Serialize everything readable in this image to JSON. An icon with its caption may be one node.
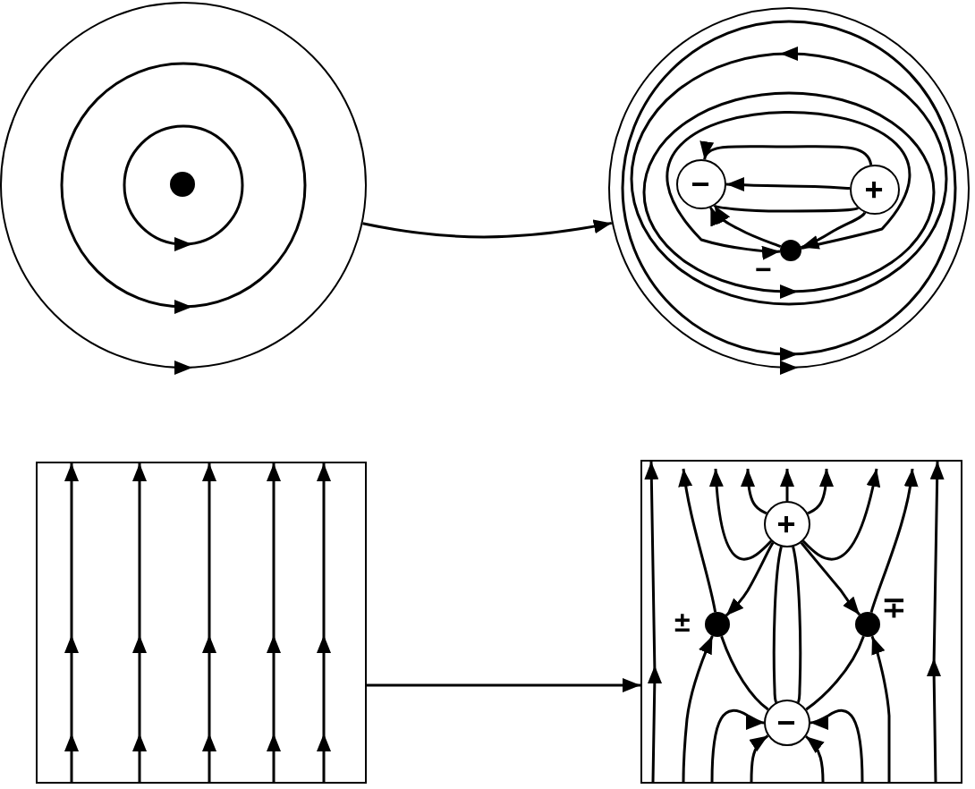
{
  "diagram": {
    "nodes": [
      {
        "text": [],
        "shape": "circle"
      },
      {
        "text": [],
        "shape": "circle",
        "in": 0
      },
      {
        "text": [],
        "shape": "circle"
      },
      {
        "text": [
          "−"
        ],
        "in": 2
      },
      {
        "text": [
          "+"
        ],
        "in": 2
      },
      {
        "text": [],
        "shape": "circle",
        "in": 2,
        "beside": [
          "−"
        ]
      },
      {
        "text": [],
        "shape": "box"
      },
      {
        "text": [],
        "shape": "box"
      },
      {
        "text": [
          "+"
        ],
        "in": 7
      },
      {
        "text": [],
        "shape": "circle",
        "in": 7,
        "beside": [
          "±"
        ]
      },
      {
        "text": [],
        "shape": "circle",
        "in": 7,
        "beside": [
          "∓"
        ]
      },
      {
        "text": [
          "−"
        ],
        "in": 7
      }
    ],
    "edges": [
      {
        "from": 0,
        "to": 2,
        "arrow": "to"
      },
      {
        "from": 4,
        "to": 3,
        "arrow": "to"
      },
      {
        "from": 4,
        "to": 3,
        "arrow": "to"
      },
      {
        "from": 4,
        "to": 3,
        "arrow": "to"
      },
      {
        "from": 4,
        "to": 5,
        "arrow": "to"
      },
      {
        "from": 5,
        "to": 3,
        "arrow": "to"
      },
      {
        "from": 5,
        "to": 5,
        "arrow": "to"
      },
      {
        "from": 6,
        "to": 7,
        "arrow": "to"
      },
      {
        "from": 8,
        "to": 9,
        "arrow": "to"
      },
      {
        "from": 8,
        "to": 10,
        "arrow": "to"
      },
      {
        "from": 8,
        "to": 11,
        "arrow": "to"
      },
      {
        "from": 8,
        "to": 11,
        "arrow": "to"
      },
      {
        "from": 9,
        "to": 11,
        "arrow": "none"
      },
      {
        "from": 10,
        "to": 11,
        "arrow": "none"
      },
      {
        "from": null,
        "to": 9,
        "arrow": "to"
      },
      {
        "from": 9,
        "to": null,
        "arrow": "to"
      },
      {
        "from": null,
        "to": 10,
        "arrow": "to"
      },
      {
        "from": 10,
        "to": null,
        "arrow": "to"
      },
      {
        "from": 8,
        "to": null,
        "arrow": "to"
      },
      {
        "from": 8,
        "to": null,
        "arrow": "to"
      },
      {
        "from": 8,
        "to": null,
        "arrow": "to"
      },
      {
        "from": 8,
        "to": null,
        "arrow": "to"
      },
      {
        "from": 8,
        "to": null,
        "arrow": "to"
      },
      {
        "from": null,
        "to": 11,
        "arrow": "to"
      },
      {
        "from": null,
        "to": 11,
        "arrow": "to"
      },
      {
        "from": null,
        "to": 11,
        "arrow": "to"
      },
      {
        "from": null,
        "to": 11,
        "arrow": "to"
      }
    ]
  }
}
